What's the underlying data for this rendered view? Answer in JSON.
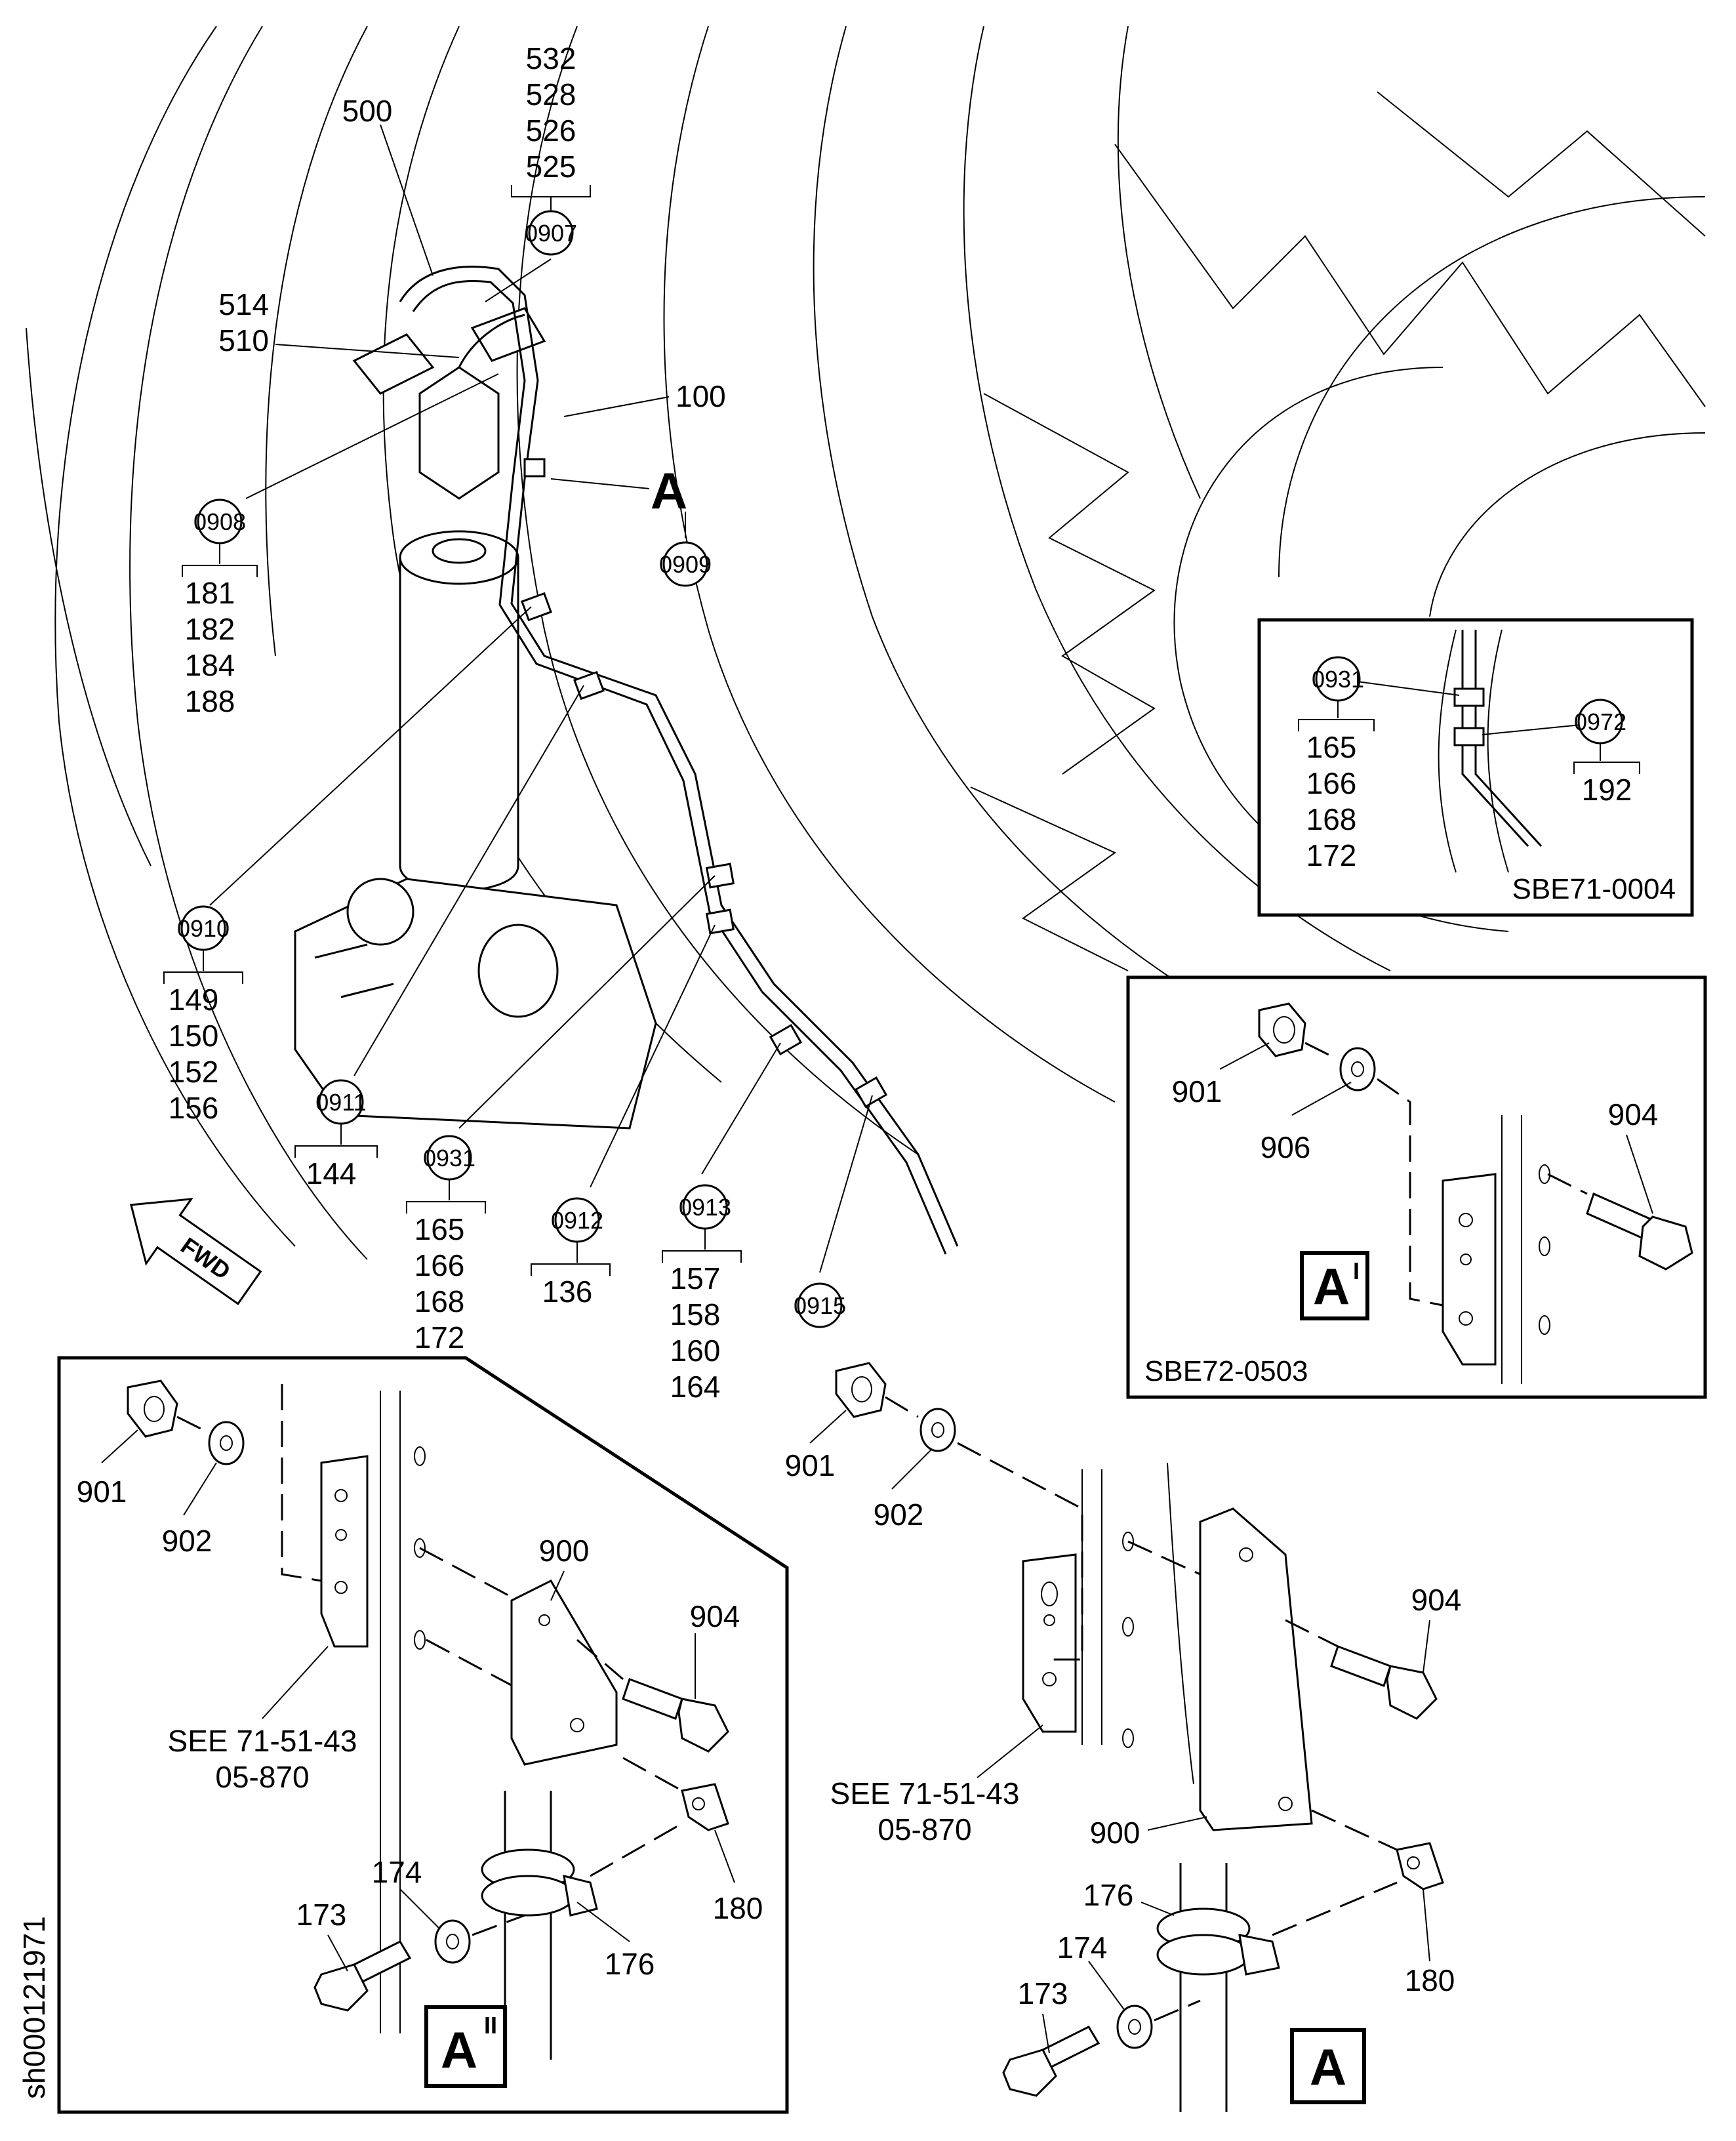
{
  "drawing_id": "sh000121971",
  "direction_arrow": {
    "label": "FWD"
  },
  "top_stack_labels": [
    "532",
    "528",
    "526",
    "525"
  ],
  "main_labels": {
    "l500": "500",
    "l514": "514",
    "l510": "510",
    "l100": "100",
    "viewA": "A"
  },
  "circled_refs": {
    "c0907": "0907",
    "c0908": "0908",
    "c0909": "0909",
    "c0910": "0910",
    "c0911": "0911",
    "c0931": "0931",
    "c0912": "0912",
    "c0913": "0913",
    "c0915": "0915"
  },
  "stacks": {
    "s0908": [
      "181",
      "182",
      "184",
      "188"
    ],
    "s0910": [
      "149",
      "150",
      "152",
      "156"
    ],
    "s0911": [
      "144"
    ],
    "s0931": [
      "165",
      "166",
      "168",
      "172"
    ],
    "s0912": [
      "136"
    ],
    "s0913": [
      "157",
      "158",
      "160",
      "164"
    ]
  },
  "inset_sbe71": {
    "ref_code": "SBE71-0004",
    "circle_a": "0931",
    "stack_a": [
      "165",
      "166",
      "168",
      "172"
    ],
    "circle_b": "0972",
    "stack_b": [
      "192"
    ]
  },
  "inset_sbe72": {
    "ref_code": "SBE72-0503",
    "view_label": "A",
    "view_mark": "I",
    "labels": {
      "l901": "901",
      "l906": "906",
      "l904": "904"
    }
  },
  "detail_a_double": {
    "view_label": "A",
    "view_mark": "II",
    "labels": {
      "l901": "901",
      "l902": "902",
      "l900": "900",
      "l904": "904",
      "l174": "174",
      "l173": "173",
      "l176": "176",
      "l180": "180"
    },
    "see_ref_line1": "SEE 71-51-43",
    "see_ref_line2": "05-870"
  },
  "detail_a": {
    "view_label": "A",
    "labels": {
      "l901": "901",
      "l902": "902",
      "l904": "904",
      "l900": "900",
      "l176": "176",
      "l174": "174",
      "l173": "173",
      "l180": "180"
    },
    "see_ref_line1": "SEE 71-51-43",
    "see_ref_line2": "05-870"
  }
}
